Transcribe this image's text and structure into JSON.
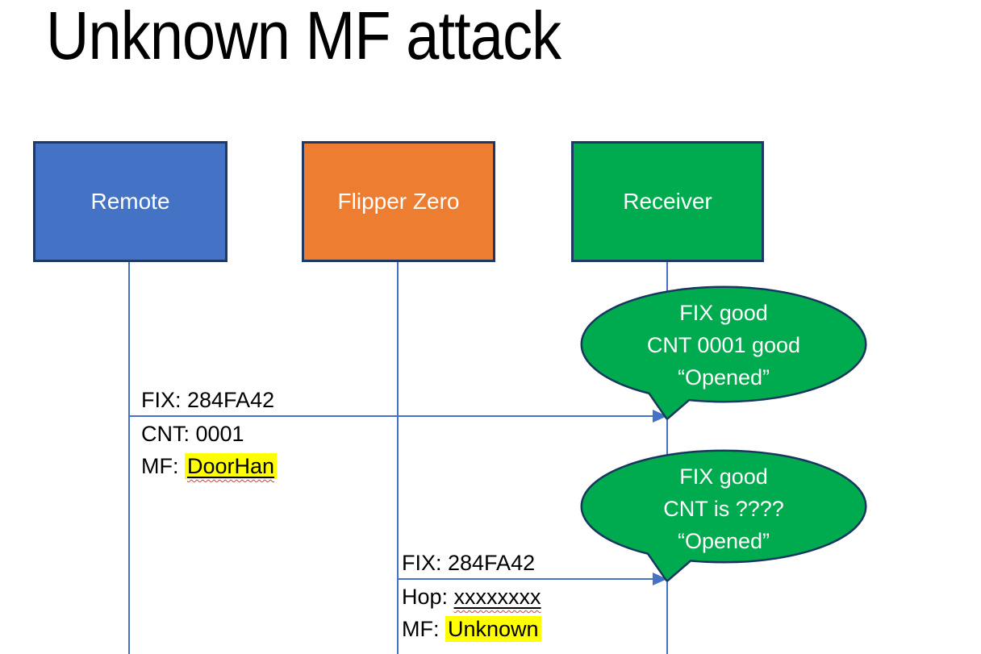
{
  "title": "Unknown MF attack",
  "actors": [
    {
      "label": "Remote",
      "fill": "#4472C4"
    },
    {
      "label": "Flipper Zero",
      "fill": "#ED7D31"
    },
    {
      "label": "Receiver",
      "fill": "#00AB50"
    }
  ],
  "messages": [
    {
      "above": "FIX: 284FA42",
      "below1": "CNT: 0001",
      "below2_label": "MF: ",
      "below2_value": "DoorHan"
    },
    {
      "above": "FIX: 284FA42",
      "below1_label": "Hop: ",
      "below1_value": "xxxxxxxx",
      "below2_label": "MF: ",
      "below2_value": "Unknown"
    }
  ],
  "bubbles": [
    {
      "lines": [
        "FIX good",
        "CNT 0001 good",
        "“Opened”"
      ]
    },
    {
      "lines": [
        "FIX good",
        "CNT is ????",
        "“Opened”"
      ]
    }
  ],
  "colors": {
    "actor_border": "#1F3864",
    "connector_blue": "#4472C4",
    "bubble_fill": "#00AB50",
    "bubble_border": "#17375E",
    "highlight_yellow": "#FFFF00",
    "spellcheck_red": "#E03C31",
    "text_white": "#FFFFFF",
    "text_black": "#000000"
  }
}
